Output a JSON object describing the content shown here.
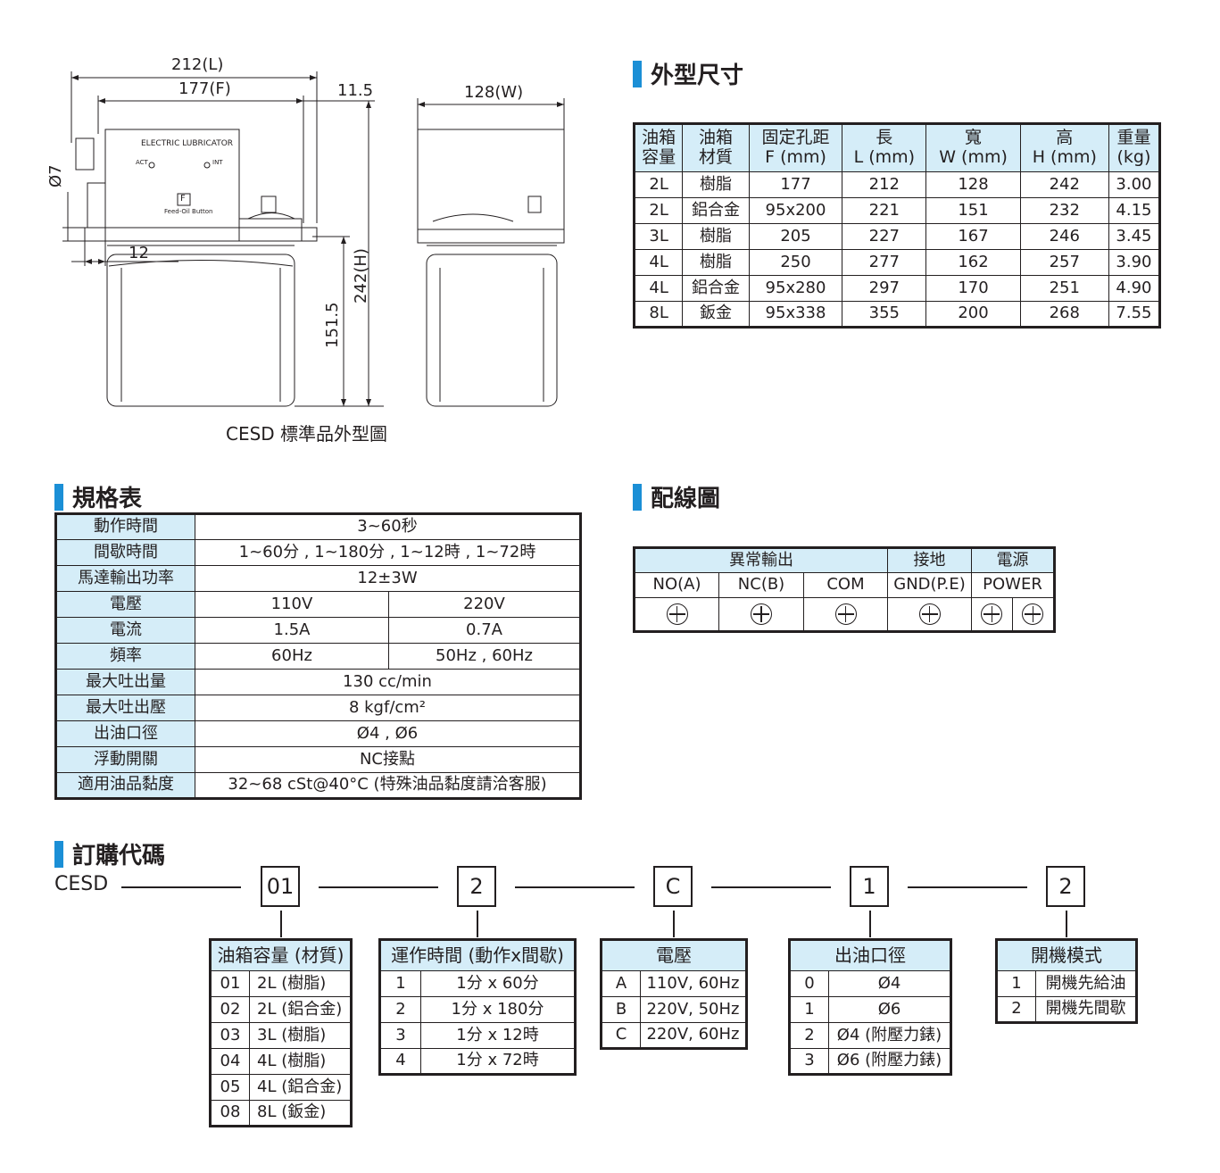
{
  "drawing": {
    "dim_212L": "212(L)",
    "dim_177F": "177(F)",
    "dim_11_5": "11.5",
    "dim_128W": "128(W)",
    "dim_phi7": "Ø7",
    "dim_12": "12",
    "dim_151_5": "151.5",
    "dim_242H": "242(H)",
    "brand_label": "ELECTRIC LUBRICATOR",
    "act_label": "ACT",
    "int_label": "INT",
    "feed_key": "F",
    "feed_label": "Feed-Oil Button",
    "caption": "CESD 標準品外型圖"
  },
  "dimensions": {
    "title": "外型尺寸",
    "headers": [
      [
        "油箱",
        "容量"
      ],
      [
        "油箱",
        "材質"
      ],
      [
        "固定孔距",
        "F (mm)"
      ],
      [
        "長",
        "L (mm)"
      ],
      [
        "寬",
        "W (mm)"
      ],
      [
        "高",
        "H (mm)"
      ],
      [
        "重量",
        "(kg)"
      ]
    ],
    "rows": [
      [
        "2L",
        "樹脂",
        "177",
        "212",
        "128",
        "242",
        "3.00"
      ],
      [
        "2L",
        "鋁合金",
        "95x200",
        "221",
        "151",
        "232",
        "4.15"
      ],
      [
        "3L",
        "樹脂",
        "205",
        "227",
        "167",
        "246",
        "3.45"
      ],
      [
        "4L",
        "樹脂",
        "250",
        "277",
        "162",
        "257",
        "3.90"
      ],
      [
        "4L",
        "鋁合金",
        "95x280",
        "297",
        "170",
        "251",
        "4.90"
      ],
      [
        "8L",
        "鈑金",
        "95x338",
        "355",
        "200",
        "268",
        "7.55"
      ]
    ]
  },
  "spec": {
    "title": "規格表",
    "action_time": {
      "label": "動作時間",
      "value": "3~60秒"
    },
    "interval_time": {
      "label": "間歇時間",
      "value": "1~60分 , 1~180分 , 1~12時 , 1~72時"
    },
    "motor_power": {
      "label": "馬達輸出功率",
      "value": "12±3W"
    },
    "voltage": {
      "label": "電壓",
      "v1": "110V",
      "v2": "220V"
    },
    "current": {
      "label": "電流",
      "v1": "1.5A",
      "v2": "0.7A"
    },
    "frequency": {
      "label": "頻率",
      "v1": "60Hz",
      "v2": "50Hz , 60Hz"
    },
    "max_output": {
      "label": "最大吐出量",
      "value": "130 cc/min"
    },
    "max_pressure": {
      "label": "最大吐出壓",
      "value": "8 kgf/cm²"
    },
    "outlet": {
      "label": "出油口徑",
      "value": "Ø4 , Ø6"
    },
    "float_switch": {
      "label": "浮動開關",
      "value": "NC接點"
    },
    "viscosity": {
      "label": "適用油品黏度",
      "value": "32~68 cSt@40°C (特殊油品黏度請洽客服)"
    }
  },
  "wiring": {
    "title": "配線圖",
    "group_alarm": "異常輸出",
    "group_ground": "接地",
    "group_power": "電源",
    "no": "NO(A)",
    "nc": "NC(B)",
    "com": "COM",
    "gnd": "GND(P.E)",
    "power": "POWER"
  },
  "order": {
    "title": "訂購代碼",
    "prefix": "CESD",
    "codes": [
      "01",
      "2",
      "C",
      "1",
      "2"
    ],
    "capacity": {
      "header": "油箱容量 (材質)",
      "rows": [
        [
          "01",
          "2L (樹脂)"
        ],
        [
          "02",
          "2L (鋁合金)"
        ],
        [
          "03",
          "3L (樹脂)"
        ],
        [
          "04",
          "4L (樹脂)"
        ],
        [
          "05",
          "4L (鋁合金)"
        ],
        [
          "08",
          "8L (鈑金)"
        ]
      ]
    },
    "run_time": {
      "header": "運作時間 (動作x間歇)",
      "rows": [
        [
          "1",
          "1分 x 60分"
        ],
        [
          "2",
          "1分 x 180分"
        ],
        [
          "3",
          "1分 x 12時"
        ],
        [
          "4",
          "1分 x 72時"
        ]
      ]
    },
    "voltage": {
      "header": "電壓",
      "rows": [
        [
          "A",
          "110V, 60Hz"
        ],
        [
          "B",
          "220V, 50Hz"
        ],
        [
          "C",
          "220V, 60Hz"
        ]
      ]
    },
    "outlet": {
      "header": "出油口徑",
      "rows": [
        [
          "0",
          "Ø4"
        ],
        [
          "1",
          "Ø6"
        ],
        [
          "2",
          "Ø4 (附壓力錶)"
        ],
        [
          "3",
          "Ø6 (附壓力錶)"
        ]
      ]
    },
    "startup": {
      "header": "開機模式",
      "rows": [
        [
          "1",
          "開機先給油"
        ],
        [
          "2",
          "開機先間歇"
        ]
      ]
    }
  }
}
